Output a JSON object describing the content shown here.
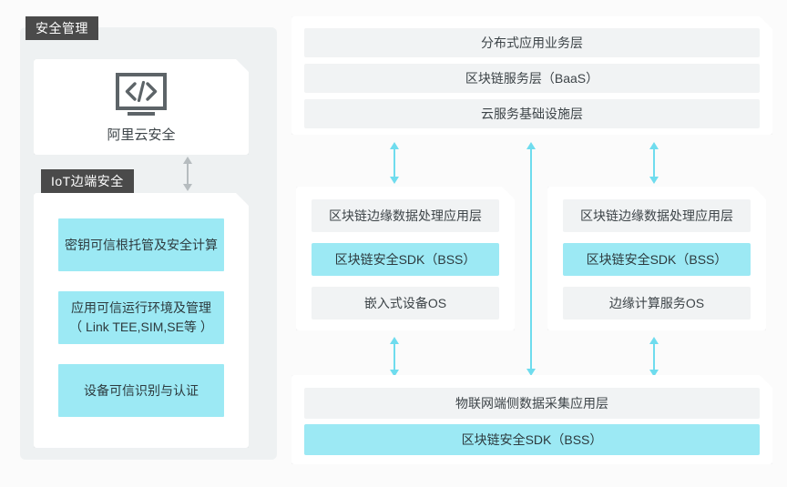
{
  "diagram": {
    "title_tags": {
      "security_management": "安全管理",
      "iot_edge_security": "IoT边端安全"
    },
    "colors": {
      "accent_cyan": "#9ce9f4",
      "arrow_cyan": "#6fdcee",
      "tag_dark": "#4a4a4a",
      "row_grey": "#f1f3f4",
      "panel_grey": "#eef1f2",
      "page_bg": "#fbfbfb",
      "text_dark": "#3d4448"
    },
    "left_panel": {
      "cloud_card": {
        "icon": "code-screen-icon",
        "label": "阿里云安全"
      },
      "edge_card": {
        "items": [
          {
            "label": "密钥可信根托管及安全计算",
            "highlight": true
          },
          {
            "label": "应用可信运行环境及管理\n（ Link TEE,SIM,SE等 ）",
            "highlight": true
          },
          {
            "label": "设备可信识别与认证",
            "highlight": true
          }
        ]
      },
      "connector": {
        "type": "double-arrow",
        "color": "#b6bcbf"
      }
    },
    "right_panel": {
      "cloud_stack": {
        "rows": [
          {
            "label": "分布式应用业务层",
            "highlight": false
          },
          {
            "label": "区块链服务层（BaaS）",
            "highlight": false
          },
          {
            "label": "云服务基础设施层",
            "highlight": false
          }
        ]
      },
      "edge_device_card": {
        "rows": [
          {
            "label": "区块链边缘数据处理应用层",
            "highlight": false
          },
          {
            "label": "区块链安全SDK（BSS）",
            "highlight": true
          },
          {
            "label": "嵌入式设备OS",
            "highlight": false
          }
        ]
      },
      "edge_compute_card": {
        "rows": [
          {
            "label": "区块链边缘数据处理应用层",
            "highlight": false
          },
          {
            "label": "区块链安全SDK（BSS）",
            "highlight": true
          },
          {
            "label": "边缘计算服务OS",
            "highlight": false
          }
        ]
      },
      "iot_terminal_card": {
        "rows": [
          {
            "label": "物联网端侧数据采集应用层",
            "highlight": false
          },
          {
            "label": "区块链安全SDK（BSS）",
            "highlight": true
          }
        ]
      },
      "connectors": [
        {
          "name": "cloud-to-device-arrow",
          "type": "double-arrow"
        },
        {
          "name": "cloud-to-terminal-arrow",
          "type": "double-arrow-long"
        },
        {
          "name": "cloud-to-compute-arrow",
          "type": "double-arrow"
        },
        {
          "name": "device-to-terminal-arrow",
          "type": "double-arrow"
        },
        {
          "name": "compute-to-terminal-arrow",
          "type": "double-arrow"
        }
      ]
    }
  }
}
